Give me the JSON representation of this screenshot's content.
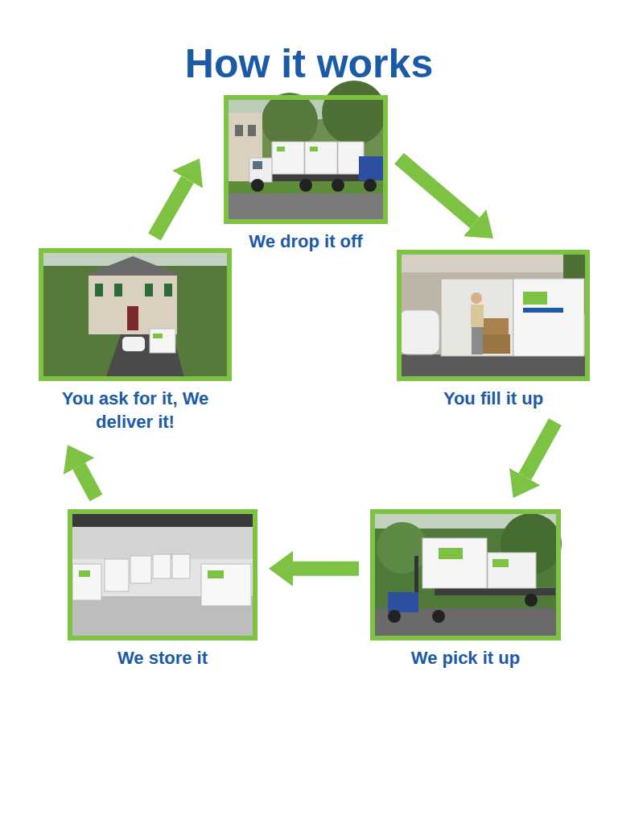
{
  "diagram": {
    "title": "How it works",
    "nodes": [
      {
        "text": [
          "We drop it off"
        ]
      },
      {
        "text": [
          "You fill it up"
        ]
      },
      {
        "text": [
          "We pick it up"
        ]
      },
      {
        "text": [
          "We store it"
        ]
      },
      {
        "text": [
          "You ask for it, We deliver it!"
        ]
      }
    ],
    "edges": [
      {
        "from": 0,
        "to": 1,
        "arrow": "to"
      },
      {
        "from": 1,
        "to": 2,
        "arrow": "to"
      },
      {
        "from": 2,
        "to": 3,
        "arrow": "to"
      },
      {
        "from": 3,
        "to": 4,
        "arrow": "to"
      },
      {
        "from": 4,
        "to": 0,
        "arrow": "to"
      }
    ]
  }
}
